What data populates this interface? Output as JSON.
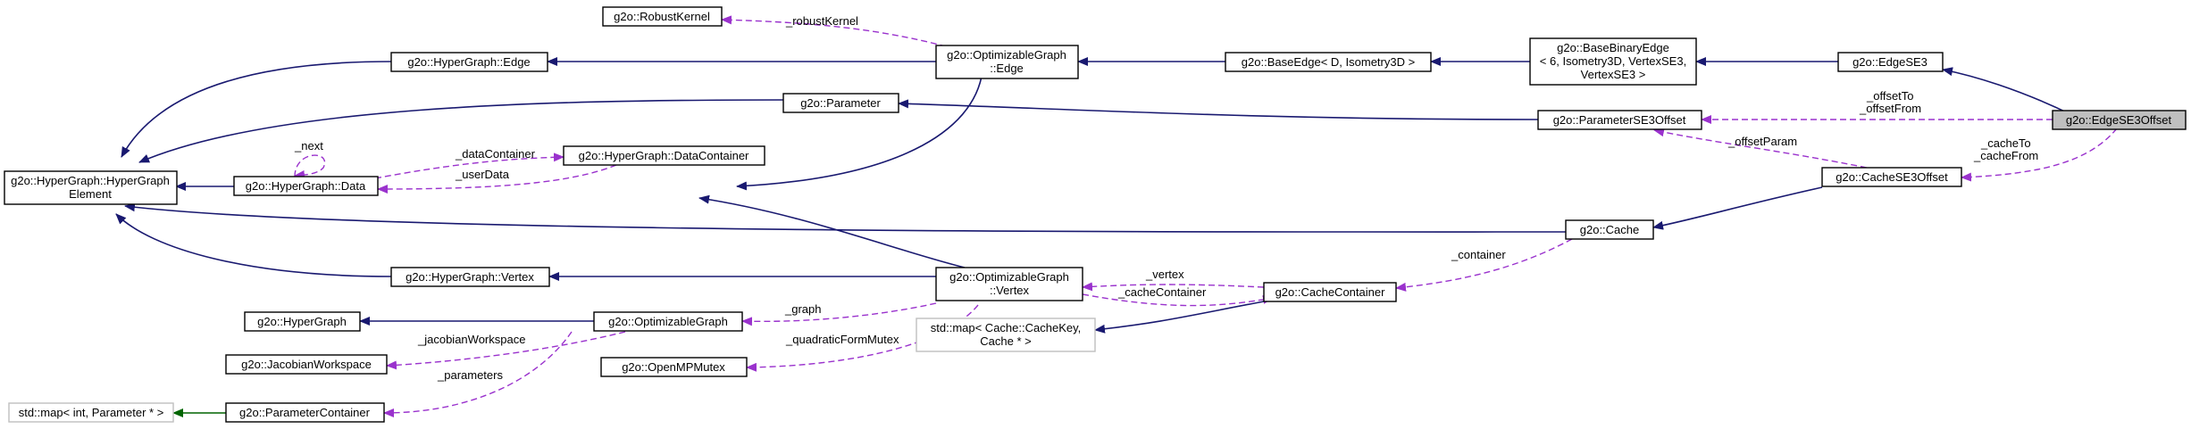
{
  "diagram": {
    "colors": {
      "inheritance": "#191970",
      "usage": "#9a32cd",
      "template": "#006400",
      "highlight": "#bfbfbf"
    },
    "nodes": [
      {
        "id": "hge",
        "lines": [
          "g2o::HyperGraph::HyperGraph",
          "Element"
        ]
      },
      {
        "id": "hgedge",
        "lines": [
          "g2o::HyperGraph::Edge"
        ]
      },
      {
        "id": "robust",
        "lines": [
          "g2o::RobustKernel"
        ]
      },
      {
        "id": "ogedge",
        "lines": [
          "g2o::OptimizableGraph",
          "::Edge"
        ]
      },
      {
        "id": "baseedge",
        "lines": [
          "g2o::BaseEdge< D, Isometry3D >"
        ]
      },
      {
        "id": "basebin",
        "lines": [
          "g2o::BaseBinaryEdge",
          "< 6, Isometry3D, VertexSE3,",
          "VertexSE3 >"
        ]
      },
      {
        "id": "edgese3",
        "lines": [
          "g2o::EdgeSE3"
        ]
      },
      {
        "id": "edgese3off",
        "lines": [
          "g2o::EdgeSE3Offset"
        ]
      },
      {
        "id": "param",
        "lines": [
          "g2o::Parameter"
        ]
      },
      {
        "id": "paramoff",
        "lines": [
          "g2o::ParameterSE3Offset"
        ]
      },
      {
        "id": "datacont",
        "lines": [
          "g2o::HyperGraph::DataContainer"
        ]
      },
      {
        "id": "data",
        "lines": [
          "g2o::HyperGraph::Data"
        ]
      },
      {
        "id": "cacheoff",
        "lines": [
          "g2o::CacheSE3Offset"
        ]
      },
      {
        "id": "cache",
        "lines": [
          "g2o::Cache"
        ]
      },
      {
        "id": "hgvertex",
        "lines": [
          "g2o::HyperGraph::Vertex"
        ]
      },
      {
        "id": "ogvertex",
        "lines": [
          "g2o::OptimizableGraph",
          "::Vertex"
        ]
      },
      {
        "id": "cachecont",
        "lines": [
          "g2o::CacheContainer"
        ]
      },
      {
        "id": "hypergraph",
        "lines": [
          "g2o::HyperGraph"
        ]
      },
      {
        "id": "optgraph",
        "lines": [
          "g2o::OptimizableGraph"
        ]
      },
      {
        "id": "stdmapcache",
        "lines": [
          "std::map< Cache::CacheKey,",
          "Cache * >"
        ]
      },
      {
        "id": "jacob",
        "lines": [
          "g2o::JacobianWorkspace"
        ]
      },
      {
        "id": "openmp",
        "lines": [
          "g2o::OpenMPMutex"
        ]
      },
      {
        "id": "stdmapint",
        "lines": [
          "std::map< int, Parameter * >"
        ]
      },
      {
        "id": "paramcont",
        "lines": [
          "g2o::ParameterContainer"
        ]
      }
    ],
    "edge_labels": [
      {
        "id": "robustKernel",
        "lines": [
          "_robustKernel"
        ]
      },
      {
        "id": "offset",
        "lines": [
          "_offsetTo",
          "_offsetFrom"
        ]
      },
      {
        "id": "cacheTo",
        "lines": [
          "_cacheTo",
          "_cacheFrom"
        ]
      },
      {
        "id": "offsetParam",
        "lines": [
          "_offsetParam"
        ]
      },
      {
        "id": "next",
        "lines": [
          "_next"
        ]
      },
      {
        "id": "dataContainer",
        "lines": [
          "_dataContainer"
        ]
      },
      {
        "id": "userData",
        "lines": [
          "_userData"
        ]
      },
      {
        "id": "container",
        "lines": [
          "_container"
        ]
      },
      {
        "id": "vertex",
        "lines": [
          "_vertex"
        ]
      },
      {
        "id": "cacheContainer",
        "lines": [
          "_cacheContainer"
        ]
      },
      {
        "id": "graph",
        "lines": [
          "_graph"
        ]
      },
      {
        "id": "jacobianWorkspace",
        "lines": [
          "_jacobianWorkspace"
        ]
      },
      {
        "id": "qfm",
        "lines": [
          "_quadraticFormMutex"
        ]
      },
      {
        "id": "parameters",
        "lines": [
          "_parameters"
        ]
      }
    ]
  }
}
